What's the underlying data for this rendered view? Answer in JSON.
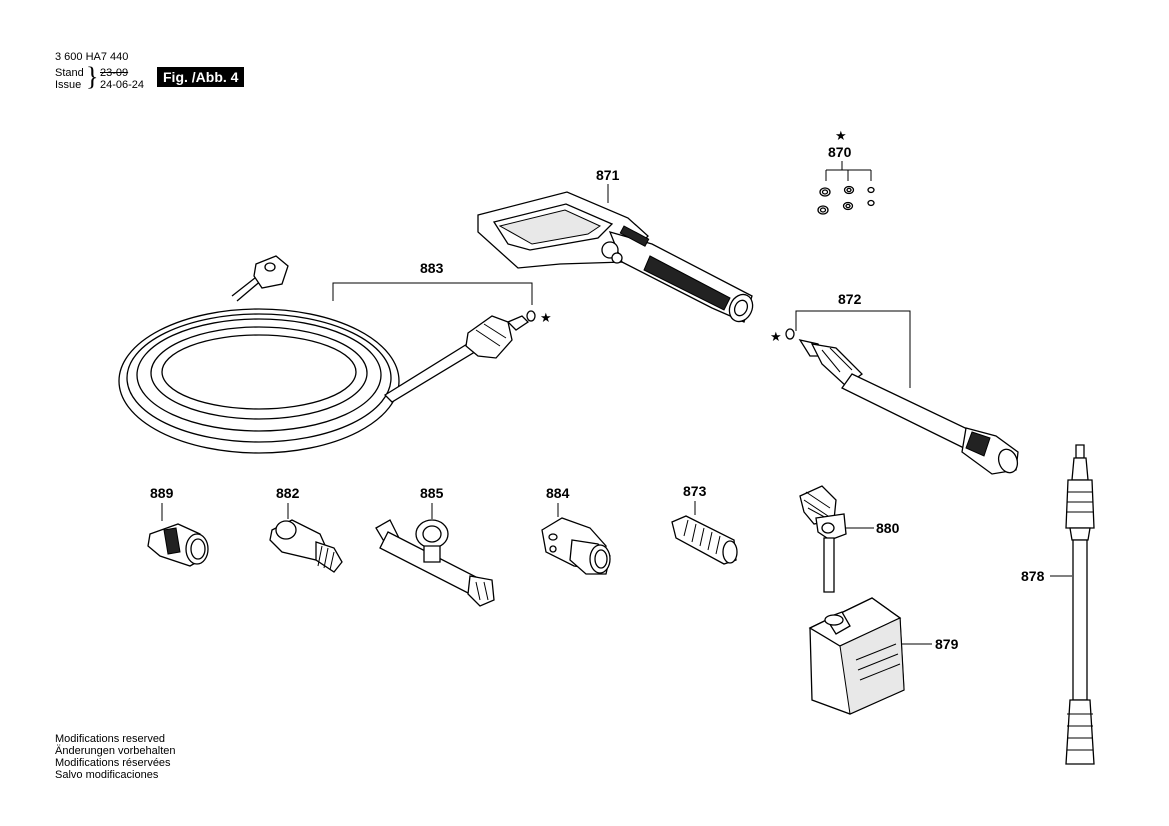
{
  "header": {
    "doc_number": "3 600 HA7 440",
    "stand_label": "Stand",
    "issue_label": "Issue",
    "stand_date": "23-09",
    "issue_date": "24-06-24",
    "fig_label": "Fig. /Abb. 4"
  },
  "parts": {
    "p870": "870",
    "p871": "871",
    "p872": "872",
    "p873": "873",
    "p878": "878",
    "p879": "879",
    "p880": "880",
    "p882": "882",
    "p883": "883",
    "p884": "884",
    "p885": "885",
    "p889": "889"
  },
  "star_symbol": "★",
  "footer": {
    "lines": [
      "Modifications reserved",
      "Änderungen vorbehalten",
      "Modifications réservées",
      "Salvo modificaciones"
    ]
  }
}
